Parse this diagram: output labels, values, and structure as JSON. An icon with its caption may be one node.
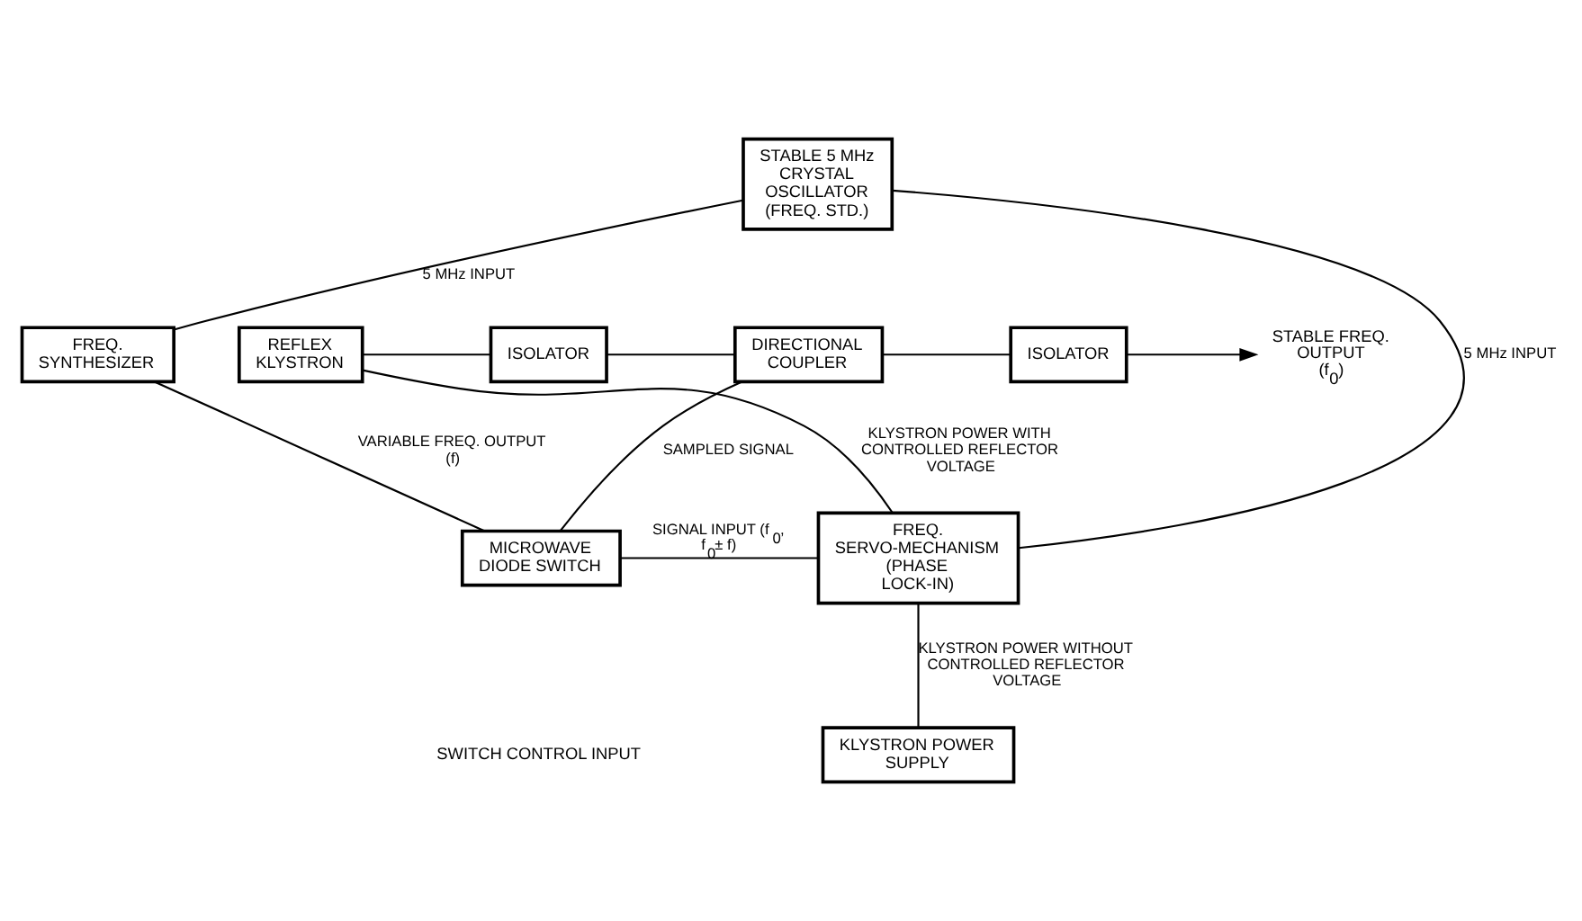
{
  "diagram": {
    "nodes": [
      {
        "text": [
          "REFLEX KLYSTRON"
        ]
      },
      {
        "text": [
          "ISOLATOR"
        ]
      },
      {
        "text": [
          "DIRECTIONAL COUPLER"
        ]
      },
      {
        "text": [
          "ISOLATOR"
        ]
      },
      {
        "text": [
          "STABLE FREQ. OUTPUT (f$_{0}$)"
        ]
      },
      {
        "text": [
          "FREQ. SERVO-MECHANISM (PHASE LOCK-IN)"
        ]
      },
      {
        "text": [
          "MICROWAVE DIODE SWITCH"
        ]
      },
      {
        "text": [
          "FREQ. SYNTHESIZER"
        ]
      },
      {
        "text": [
          "STABLE 5 MHz CRYSTAL OSCILLATOR (FREQ. STD.)"
        ]
      },
      {
        "text": [
          "KLYSTRON POWER SUPPLY"
        ]
      }
    ],
    "edges": [
      {
        "from": 0,
        "to": 1,
        "arrow": "none"
      },
      {
        "from": 1,
        "to": 2,
        "arrow": "none"
      },
      {
        "from": 2,
        "to": 3,
        "arrow": "none"
      },
      {
        "from": 3,
        "to": 4,
        "arrow": "to"
      },
      {
        "from": 0,
        "to": 5,
        "arrow": "none",
        "label": "KLYSTRON POWER WITH CONTROLLED REFLECTOR VOLTAGE"
      },
      {
        "from": 2,
        "to": 6,
        "arrow": "none",
        "label": "SAMPLED SIGNAL"
      },
      {
        "from": 6,
        "to": 5,
        "arrow": "none",
        "label": "SIGNAL INPUT (f$_{0}$, f$_{0}$± f)"
      },
      {
        "from": 7,
        "to": 6,
        "arrow": "none",
        "label": "VARIABLE FREQ. OUTPUT (f)"
      },
      {
        "from": 8,
        "to": 5,
        "arrow": "none",
        "label": "5 MHz INPUT"
      },
      {
        "from": 8,
        "to": 7,
        "arrow": "none",
        "label": "5 MHz INPUT"
      },
      {
        "from": 5,
        "to": 9,
        "arrow": "none",
        "label": "KLYSTRON POWER WITHOUT CONTROLLED REFLECTOR VOLTAGE"
      }
    ],
    "labels": [
      "SWITCH CONTROL INPUT"
    ]
  }
}
